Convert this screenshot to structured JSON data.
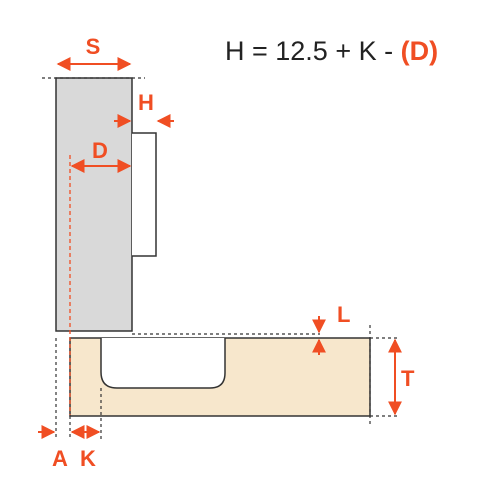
{
  "formula": {
    "prefix": "H = 12.5 + K - ",
    "highlight": "(D)"
  },
  "labels": {
    "S": "S",
    "H": "H",
    "D": "D",
    "L": "L",
    "T": "T",
    "A": "A",
    "K": "K"
  },
  "colors": {
    "accent": "#f04e23",
    "door": "#d9d9d9",
    "panel": "#f7e7cc",
    "outline": "#333333",
    "text": "#222222"
  }
}
